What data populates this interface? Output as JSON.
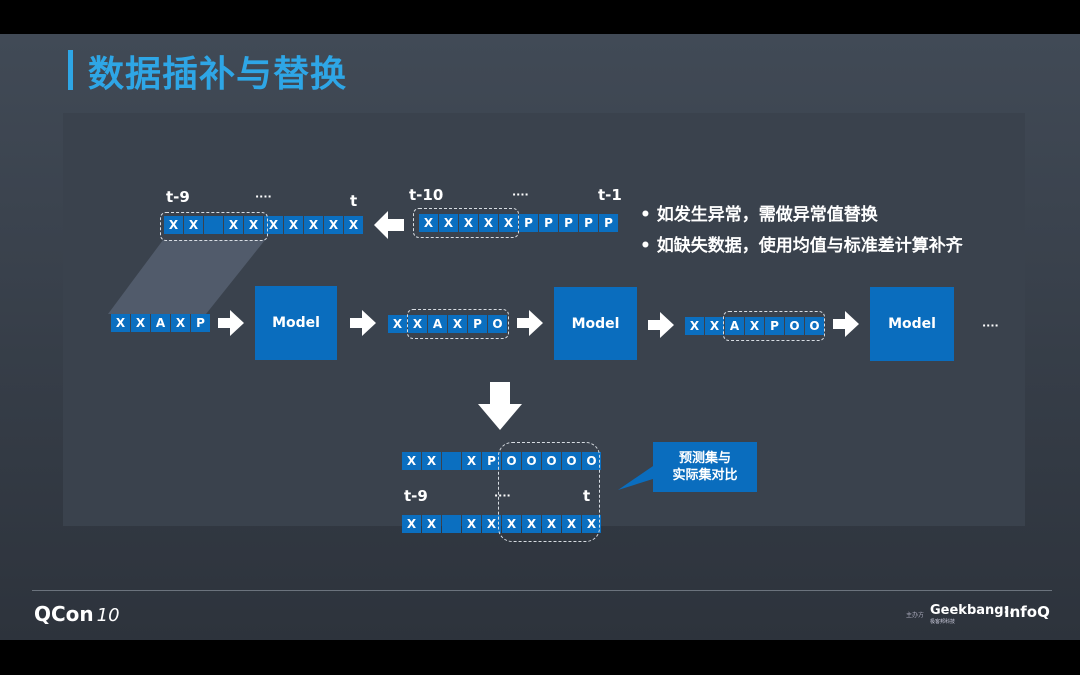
{
  "title": "数据插补与替换",
  "bullets": [
    "如发生异常，需做异常值替换",
    "如缺失数据，使用均值与标准差计算补齐"
  ],
  "labels": {
    "top_left_start": "t-9",
    "top_left_dots": "····",
    "top_left_end": "t",
    "top_right_start": "t-10",
    "top_right_dots": "····",
    "top_right_end": "t-1",
    "bottom_start": "t-9",
    "bottom_dots": "····",
    "bottom_end": "t",
    "more_dots": "····"
  },
  "sequences": {
    "top_left": [
      "X",
      "X",
      "",
      "X",
      "X",
      "X",
      "X",
      "X",
      "X",
      "X"
    ],
    "top_right": [
      "X",
      "X",
      "X",
      "X",
      "X",
      "P",
      "P",
      "P",
      "P",
      "P"
    ],
    "row_1": [
      "X",
      "X",
      "A",
      "X",
      "P"
    ],
    "row_2": [
      "X",
      "X",
      "A",
      "X",
      "P",
      "O"
    ],
    "row_3": [
      "X",
      "X",
      "A",
      "X",
      "P",
      "O",
      "O"
    ],
    "bottom_pred": [
      "X",
      "X",
      "",
      "X",
      "P",
      "O",
      "O",
      "O",
      "O",
      "O"
    ],
    "bottom_actual": [
      "X",
      "X",
      "",
      "X",
      "X",
      "X",
      "X",
      "X",
      "X",
      "X"
    ]
  },
  "models": [
    "Model",
    "Model",
    "Model"
  ],
  "callout": [
    "预测集与",
    "实际集对比"
  ],
  "footer": {
    "qcon": "QCon",
    "qcon_num": "10",
    "sponsor": "主办方",
    "geekbang": "Geekbang›.",
    "geekbang_sub": "极客邦科技",
    "infoq": "InfoQ"
  },
  "colors": {
    "accent": "#2ea6e6",
    "cell": "#0b6fc0",
    "model": "#0a6dbe"
  },
  "icons": [
    "arrow-right-icon",
    "arrow-left-icon",
    "arrow-down-icon"
  ]
}
